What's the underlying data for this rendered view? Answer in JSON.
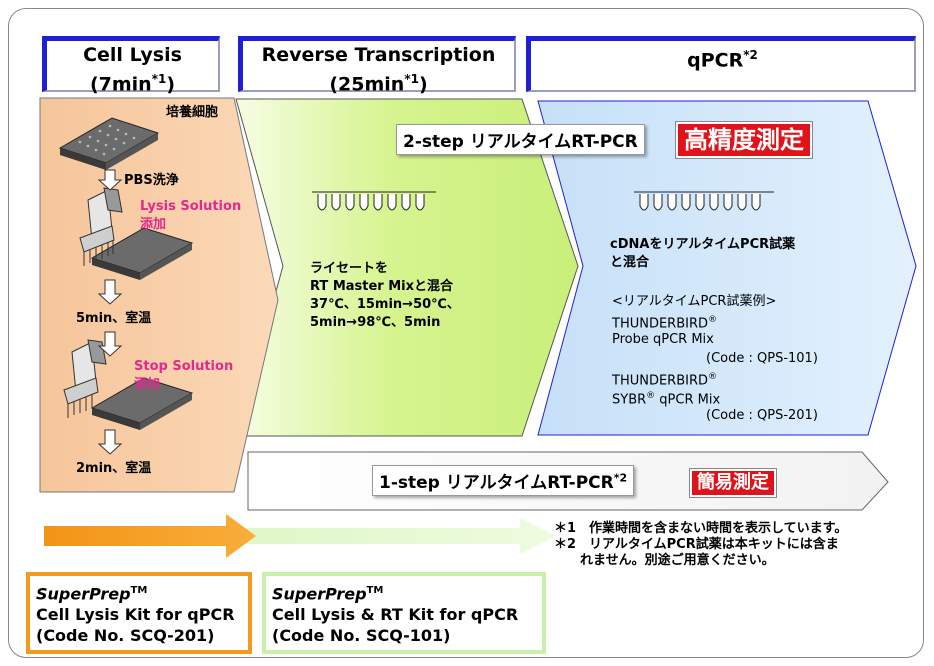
{
  "headers": {
    "cell_lysis": {
      "line1": "Cell Lysis",
      "line2": "(7min",
      "sup": "*1",
      "close": ")"
    },
    "reverse_transcription": {
      "line1": "Reverse Transcription",
      "line2": "(25min",
      "sup": "*1",
      "close": ")"
    },
    "qpcr": {
      "line1": "qPCR",
      "sup": "*2"
    }
  },
  "lysis_steps": {
    "culture_cells": "培養細胞",
    "pbs_wash": "PBS洗浄",
    "lysis_solution": "Lysis Solution",
    "lysis_add": "添加",
    "incubate1": "5min、室温",
    "stop_solution": "Stop Solution",
    "stop_add": "添加",
    "incubate2": "2min、室温"
  },
  "rt_step": {
    "line1": "ライセートを",
    "line2": "RT Master Mixと混合",
    "line3": "37℃、15min→50℃、",
    "line4": "5min→98℃、5min"
  },
  "two_step": {
    "label": "2-step リアルタイムRT-PCR",
    "badge": "高精度測定"
  },
  "one_step": {
    "label": "1-step リアルタイムRT-PCR",
    "sup": "*2",
    "badge": "簡易測定"
  },
  "qpcr_step": {
    "line1": "cDNAをリアルタイムPCR試薬",
    "line2": "と混合",
    "examples_title": "<リアルタイムPCR試薬例>",
    "ex1_name": "THUNDERBIRD",
    "ex1_product": "Probe qPCR Mix",
    "ex1_code": "(Code : QPS-101)",
    "ex2_name": "THUNDERBIRD",
    "ex2_product_a": "SYBR",
    "ex2_product_b": " qPCR Mix",
    "ex2_code": "(Code : QPS-201)",
    "reg": "®"
  },
  "notes": {
    "n1": "＊1　作業時間を含まない時間を表示しています。",
    "n2": "＊2　リアルタイムPCR試薬は本キットには含ま",
    "n2b": "れません。別途ご用意ください。"
  },
  "kits": {
    "kit1": {
      "brand": "SuperPrep",
      "tm": "TM",
      "name": "Cell Lysis Kit for qPCR",
      "code": "(Code No. SCQ-201)",
      "border_color": "#f39a1e"
    },
    "kit2": {
      "brand": "SuperPrep",
      "tm": "TM",
      "name": "Cell Lysis & RT Kit  for qPCR",
      "code": "(Code No. SCQ-101)",
      "border_color": "#c8f0a8"
    }
  },
  "colors": {
    "header_border": "#1f1fd6",
    "lysis_fill": "#f9c89d",
    "rt_fill": "#d8f59a",
    "qpcr_fill": "#cfe6fa",
    "badge_red": "#e0121a",
    "pink_text": "#e3288e"
  },
  "icons": [
    "well-plate-icon",
    "down-arrow-icon",
    "pipette-icon",
    "pcr-tube-strip-icon",
    "right-arrow-icon"
  ]
}
